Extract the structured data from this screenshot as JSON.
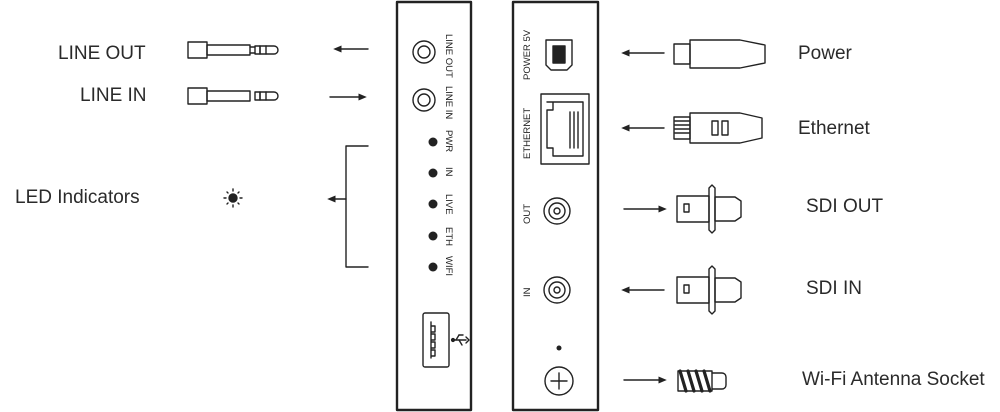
{
  "left_labels": {
    "line_out": "LINE OUT",
    "line_in": "LINE IN",
    "led_indicators": "LED Indicators"
  },
  "right_labels": {
    "power": "Power",
    "ethernet": "Ethernet",
    "sdi_out": "SDI OUT",
    "sdi_in": "SDI IN",
    "wifi_antenna": "Wi-Fi Antenna Socket"
  },
  "left_panel": {
    "line_out": "LINE OUT",
    "line_in": "LINE IN",
    "leds": [
      "PWR",
      "IN",
      "LIVE",
      "ETH",
      "WIFI"
    ]
  },
  "right_panel": {
    "power": "POWER 5V",
    "ethernet": "ETHERNET",
    "out": "OUT",
    "in": "IN"
  },
  "colors": {
    "stroke": "#222222",
    "text": "#2a2a2a"
  },
  "icons": [
    "audio-jack-plug-icon",
    "led-light-icon",
    "usb-icon",
    "usb-b-port-icon",
    "rj45-port-icon",
    "bnc-connector-icon",
    "dc-power-plug-icon",
    "rj45-plug-icon",
    "bnc-plug-icon",
    "antenna-plug-icon"
  ]
}
